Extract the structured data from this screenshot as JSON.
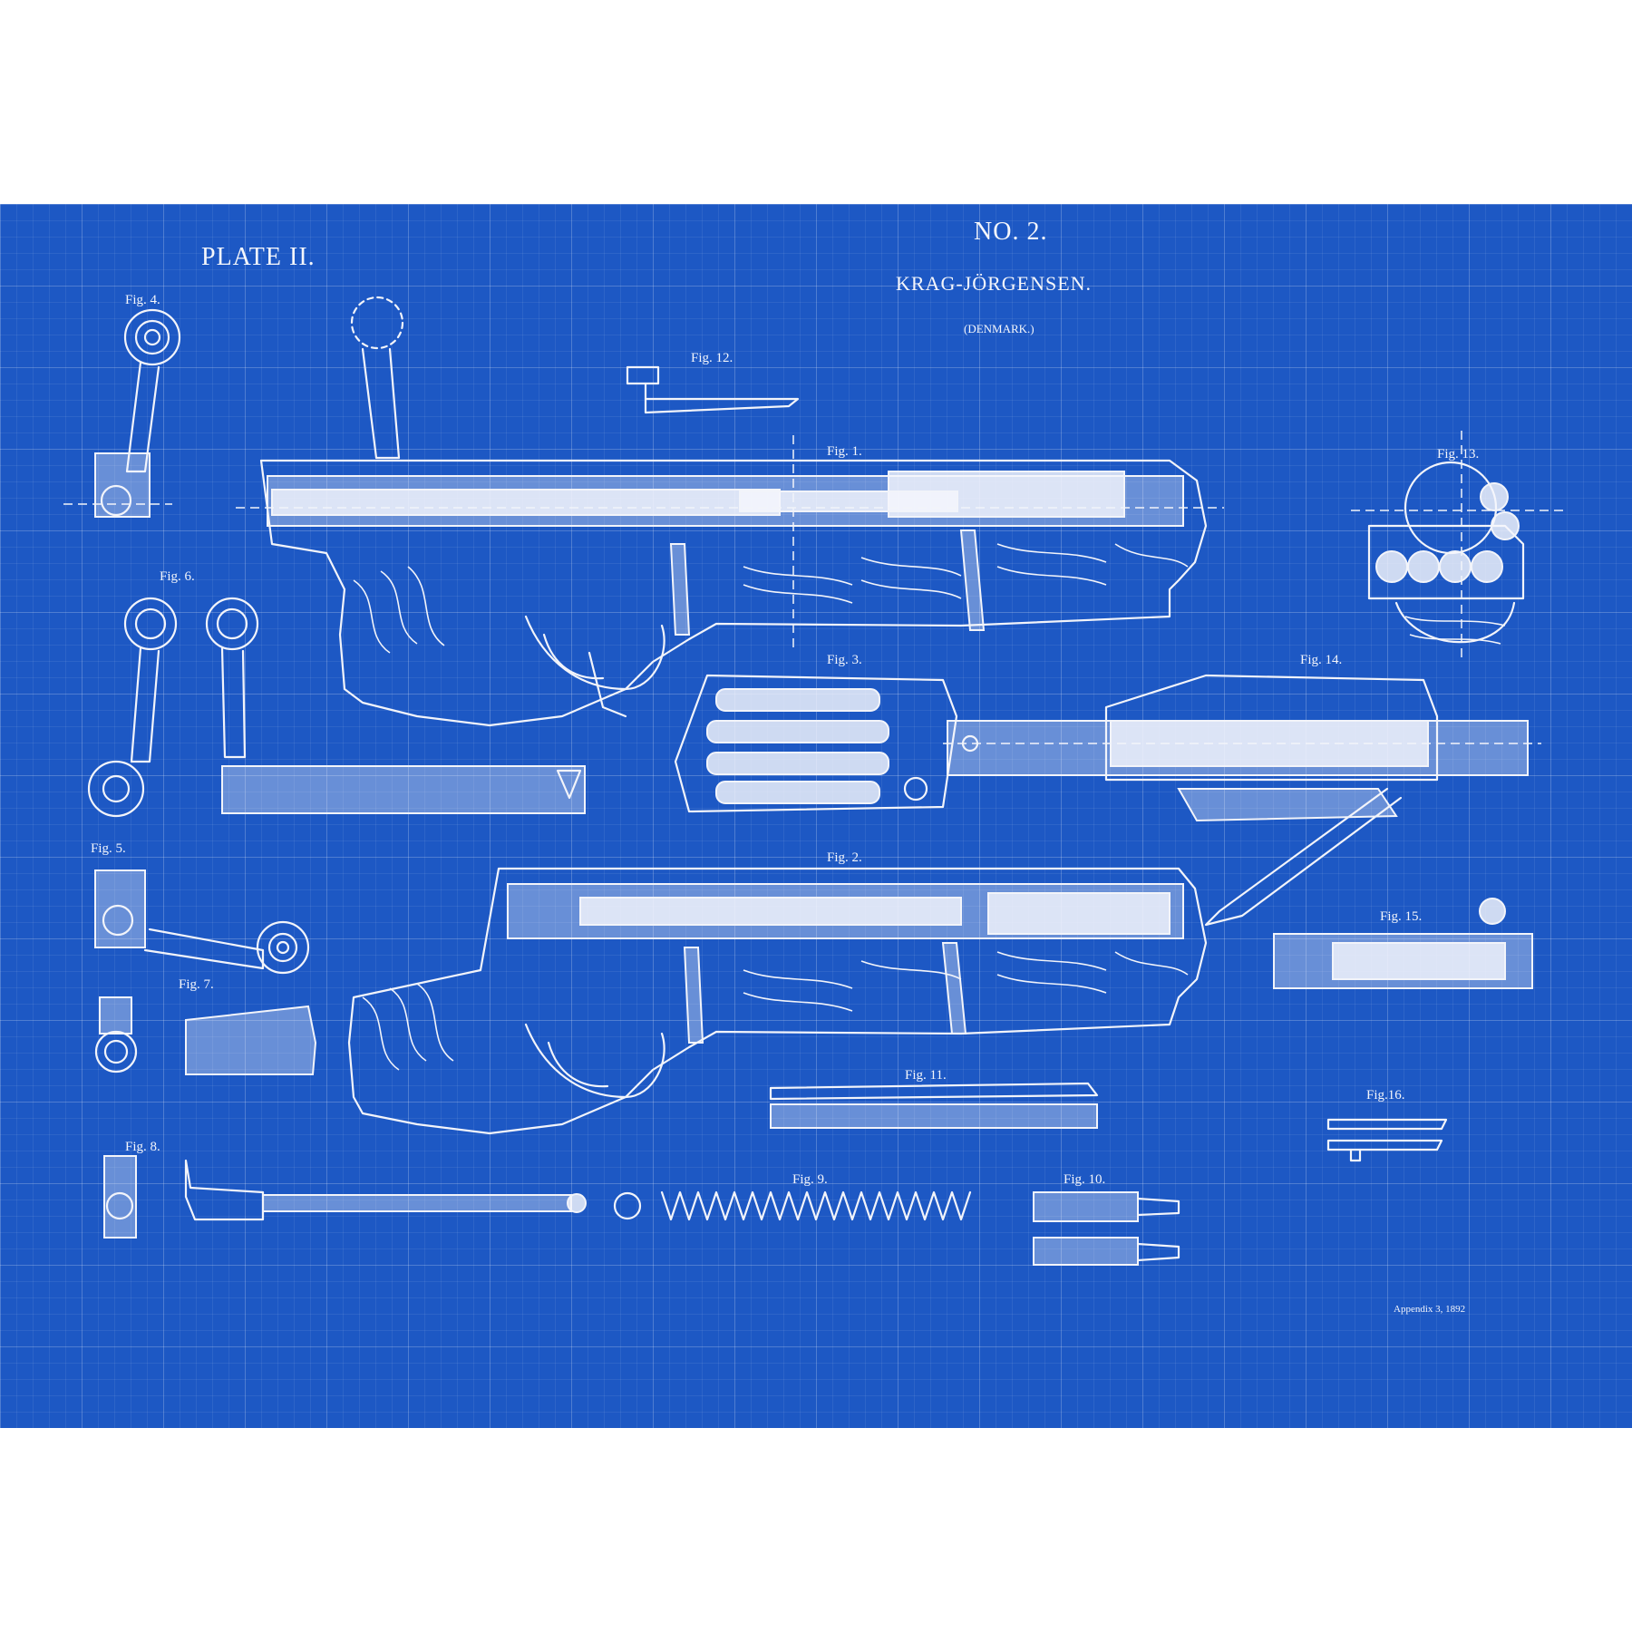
{
  "plate": {
    "plate_label": "PLATE II.",
    "number": "NO. 2.",
    "name": "KRAG-JÖRGENSEN.",
    "country": "(DENMARK.)",
    "footer": "Appendix 3, 1892"
  },
  "figures": {
    "fig1": "Fig. 1.",
    "fig2": "Fig. 2.",
    "fig3": "Fig. 3.",
    "fig4": "Fig. 4.",
    "fig5": "Fig. 5.",
    "fig6": "Fig. 6.",
    "fig7": "Fig. 7.",
    "fig8": "Fig. 8.",
    "fig9": "Fig. 9.",
    "fig10": "Fig. 10.",
    "fig11": "Fig. 11.",
    "fig12": "Fig. 12.",
    "fig13": "Fig. 13.",
    "fig14": "Fig. 14.",
    "fig15": "Fig. 15.",
    "fig16": "Fig.16."
  },
  "colors": {
    "blueprint": "#1d58c4",
    "line": "#f2f4fa"
  }
}
